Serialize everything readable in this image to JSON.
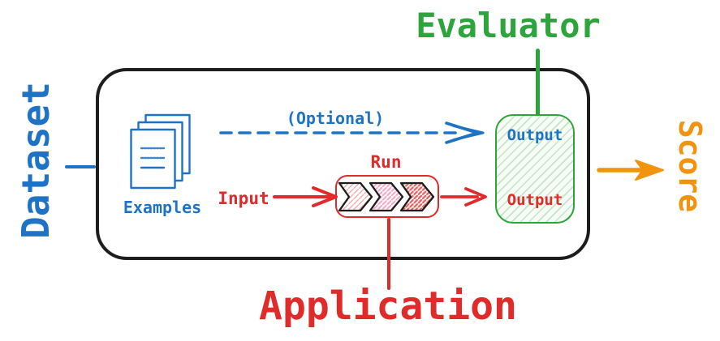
{
  "colors": {
    "blue": "#1e73c4",
    "red": "#e02b2b",
    "green": "#2ea43c",
    "orange": "#f2930f",
    "ink": "#1d1d1d"
  },
  "labels": {
    "dataset": "Dataset",
    "examples": "Examples",
    "optional": "(Optional)",
    "input": "Input",
    "run": "Run",
    "application": "Application",
    "evaluator": "Evaluator",
    "output_evaluator": "Output",
    "output_application": "Output",
    "score": "Score"
  },
  "icons": {
    "examples": "stacked-documents-icon",
    "optional_flow": "dashed-arrow-right-icon",
    "input_flow": "arrow-right-icon",
    "run_output_flow": "arrow-right-icon",
    "score_flow": "bold-arrow-right-icon",
    "pipeline": "triple-chevron-right-icon"
  }
}
